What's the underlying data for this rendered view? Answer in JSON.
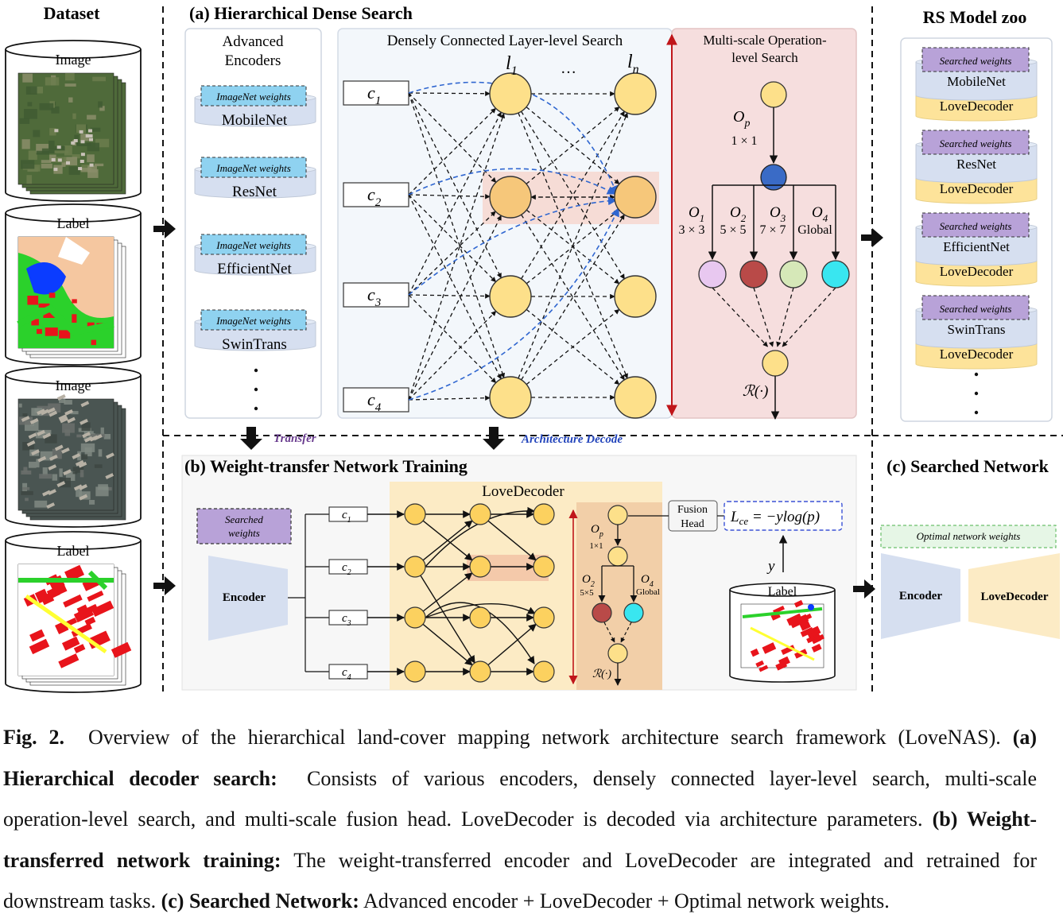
{
  "dataset": {
    "title": "Dataset",
    "cylinders": [
      {
        "label": "Image",
        "kind": "image-rural"
      },
      {
        "label": "Label",
        "kind": "label-rural"
      },
      {
        "label": "Image",
        "kind": "image-urban"
      },
      {
        "label": "Label",
        "kind": "label-urban"
      }
    ]
  },
  "section_a": {
    "title": "(a) Hierarchical Dense Search",
    "encoders_title_line1": "Advanced",
    "encoders_title_line2": "Encoders",
    "weights_tag": "ImageNet weights",
    "encoders": [
      "MobileNet",
      "ResNet",
      "EfficientNet",
      "SwinTrans"
    ],
    "layer_search_title": "Densely Connected Layer-level Search",
    "inputs": [
      "c",
      "c",
      "c",
      "c"
    ],
    "input_subs": [
      "1",
      "2",
      "3",
      "4"
    ],
    "layer_first": "l",
    "layer_first_sub": "1",
    "layer_last": "l",
    "layer_last_sub": "n",
    "ellipsis": "…",
    "op_search_title_line1": "Multi-scale Operation-",
    "op_search_title_line2": "level Search",
    "op_p": "O",
    "op_p_sub": "p",
    "op_p_size": "1 × 1",
    "ops": [
      {
        "name": "O",
        "sub": "1",
        "size": "3 × 3",
        "color": "#e8c8f0"
      },
      {
        "name": "O",
        "sub": "2",
        "size": "5 × 5",
        "color": "#b94a48"
      },
      {
        "name": "O",
        "sub": "3",
        "size": "7 × 7",
        "color": "#d6e8b8"
      },
      {
        "name": "O",
        "sub": "4",
        "size": "Global",
        "color": "#39e6f0"
      }
    ],
    "reduce": "ℛ(·)"
  },
  "model_zoo": {
    "title": "RS Model zoo",
    "weights_tag": "Searched weights",
    "decoder": "LoveDecoder",
    "encoders": [
      "MobileNet",
      "ResNet",
      "EfficientNet",
      "SwinTrans"
    ]
  },
  "transitions": {
    "transfer": "Transfer",
    "architecture_decode": "Architecture Decode"
  },
  "section_b": {
    "title": "(b) Weight-transfer Network Training",
    "searched_weights_line1": "Searched",
    "searched_weights_line2": "weights",
    "encoder": "Encoder",
    "inputs": [
      "c",
      "c",
      "c",
      "c"
    ],
    "input_subs": [
      "1",
      "2",
      "3",
      "4"
    ],
    "decoder_title": "LoveDecoder",
    "op_p": "O",
    "op_p_sub": "p",
    "op_p_size": "1×1",
    "op2": "O",
    "op2_sub": "2",
    "op2_size": "5×5",
    "op4": "O",
    "op4_sub": "4",
    "op4_size": "Global",
    "reduce": "ℛ(·)",
    "fusion_head_line1": "Fusion",
    "fusion_head_line2": "Head",
    "loss": "L",
    "loss_sub": "ce",
    "loss_rhs": " = −ylog(p)",
    "y": "y",
    "label": "Label"
  },
  "section_c": {
    "title": "(c) Searched Network",
    "weights_tag": "Optimal network weights",
    "encoder": "Encoder",
    "decoder": "LoveDecoder"
  },
  "caption": {
    "fig": "Fig. 2.",
    "line1_text": "Overview of the hierarchical land-cover mapping network architecture search framework (LoveNAS).",
    "a_label": "(a)",
    "a_title": "Hierarchical decoder search:",
    "a_text": "Consists of various encoders, densely connected layer-level search, multi-scale",
    "a_text2": "operation-level search, and multi-scale fusion head. LoveDecoder is decoded via architecture parameters.",
    "b_label": "(b) Weight-",
    "b_title": "transferred network training:",
    "b_text": "The weight-transferred encoder and LoveDecoder are integrated and retrained for",
    "b_text2": "downstream tasks.",
    "c_label": "(c) Searched Network:",
    "c_text": "Advanced encoder + LoveDecoder + Optimal network weights."
  }
}
